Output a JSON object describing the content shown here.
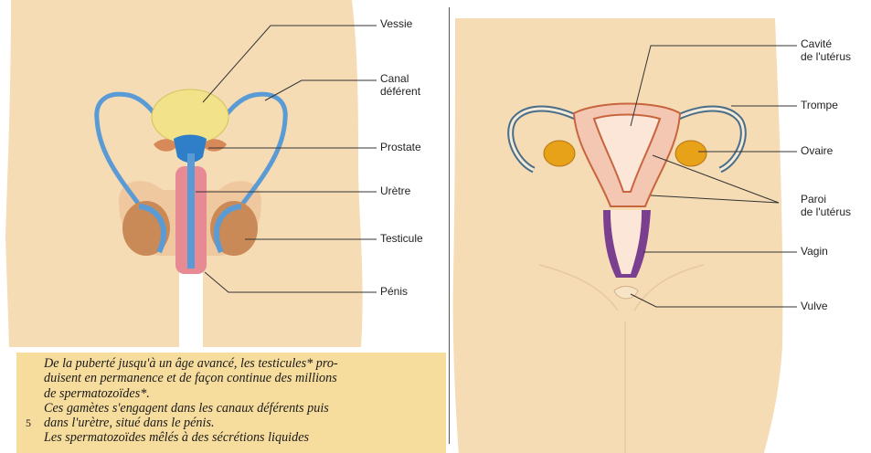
{
  "male": {
    "labels": {
      "vessie": "Vessie",
      "canal_line1": "Canal",
      "canal_line2": "déférent",
      "prostate": "Prostate",
      "uretre": "Urètre",
      "testicule": "Testicule",
      "penis": "Pénis"
    }
  },
  "female": {
    "labels": {
      "cavite_line1": "Cavité",
      "cavite_line2": "de l'utérus",
      "trompe": "Trompe",
      "ovaire": "Ovaire",
      "paroi_line1": "Paroi",
      "paroi_line2": "de l'utérus",
      "vagin": "Vagin",
      "vulve": "Vulve"
    }
  },
  "text_block": {
    "lines": [
      "De la puberté jusqu'à un âge avancé, les testicules* pro-",
      "duisent en permanence et de façon continue des millions",
      "de spermatozoïdes*.",
      "Ces gamètes s'engagent dans les canaux déférents puis",
      "dans l'urètre, situé dans le pénis.",
      "Les spermatozoïdes mêlés à des sécrétions liquides"
    ],
    "line_number": "5"
  },
  "colors": {
    "skin": "#f5dcb5",
    "bladder": "#f2e38a",
    "duct": "#5b9bd5",
    "testis": "#c98a57",
    "prostate": "#d7895a",
    "urethra_pink": "#e88a94",
    "text_bg": "#f7dd9d",
    "uterus": "#f3c7b1",
    "uterus_wall": "#c8653f",
    "ovary": "#e8a21a",
    "vagina": "#7a3f8f"
  }
}
